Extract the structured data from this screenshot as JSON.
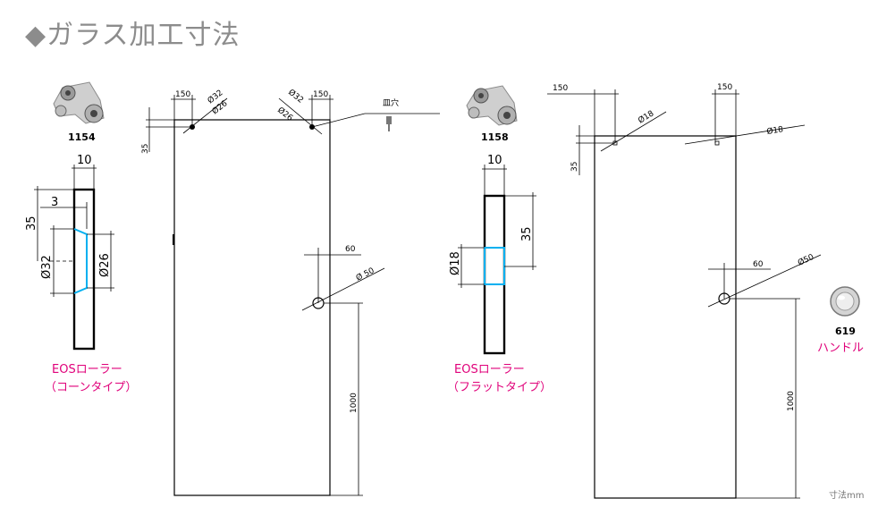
{
  "title": "◆ガラス加工寸法",
  "colors": {
    "title": "#8c8c8c",
    "label_pink": "#e0007a",
    "highlight_cyan": "#00b0f0"
  },
  "part_1154": {
    "number": "1154",
    "name_line1": "EOSローラー",
    "name_line2": "（コーンタイプ）",
    "dim_width": "10",
    "dim_inset": "3",
    "dim_height": "35",
    "dim_outer_dia": "Ø32",
    "dim_inner_dia": "Ø26"
  },
  "part_1158": {
    "number": "1158",
    "name_line1": "EOSローラー",
    "name_line2": "（フラットタイプ）",
    "dim_width": "10",
    "dim_height": "35",
    "dim_dia": "Ø18"
  },
  "part_619": {
    "number": "619",
    "name": "ハンドル"
  },
  "panel_left": {
    "dim_left_offset": "150",
    "dim_right_offset": "150",
    "dim_top": "35",
    "dim_hole_outer_left": "Ø32",
    "dim_hole_inner_left": "Ø26",
    "dim_hole_outer_right": "Ø32",
    "dim_hole_inner_right": "Ø26",
    "countersink_label": "皿穴",
    "dim_handle_offset": "60",
    "dim_handle_dia": "Ø 50",
    "dim_handle_height": "1000"
  },
  "panel_right": {
    "dim_left_offset": "150",
    "dim_right_offset": "150",
    "dim_top": "35",
    "dim_hole_left": "Ø18",
    "dim_hole_right": "Ø18",
    "dim_handle_offset": "60",
    "dim_handle_dia": "Ø50",
    "dim_handle_height": "1000"
  },
  "unit_note": "寸法mm"
}
